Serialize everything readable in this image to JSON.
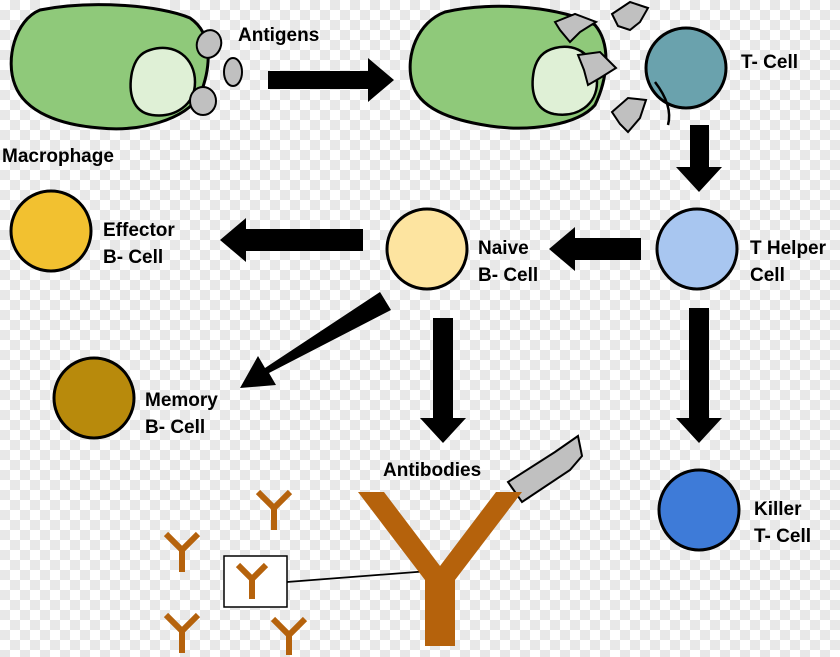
{
  "labels": {
    "antigens": "Antigens",
    "macrophage": "Macrophage",
    "t_cell": "T- Cell",
    "t_helper_line1": "T Helper",
    "t_helper_line2": "Cell",
    "naive_line1": "Naive",
    "naive_line2": "B- Cell",
    "effector_line1": "Effector",
    "effector_line2": "B- Cell",
    "memory_line1": "Memory",
    "memory_line2": "B- Cell",
    "antibodies": "Antibodies",
    "killer_line1": "Killer",
    "killer_line2": "T- Cell"
  },
  "colors": {
    "macrophage_fill": "#8fc97a",
    "macrophage_nucleus": "#dff0d6",
    "antigen_fill": "#c0c0c0",
    "t_cell": "#6aa2ad",
    "t_helper": "#a8c6f0",
    "naive_b": "#fde4a0",
    "effector_b": "#f2c130",
    "memory_b": "#b88a0c",
    "killer_t": "#3e7bd8",
    "antibody": "#b5620c",
    "arrow": "#000000"
  }
}
